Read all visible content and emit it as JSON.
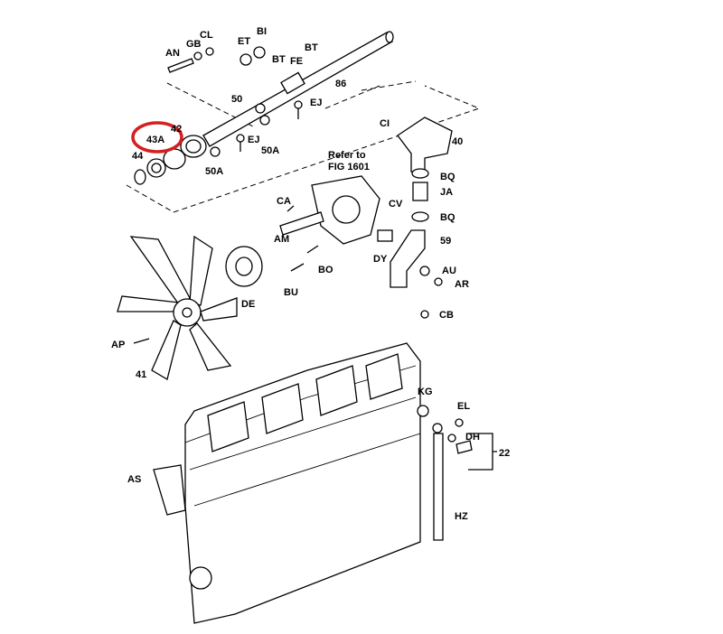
{
  "highlight_color": "#d42020",
  "highlighted_part": "43A",
  "reference_note": {
    "line1": "Refer to",
    "line2": "FIG 1601"
  },
  "labels": {
    "CL": "CL",
    "GB": "GB",
    "BI": "BI",
    "ET": "ET",
    "AN": "AN",
    "BT1": "BT",
    "FE": "FE",
    "BT2": "BT",
    "p86": "86",
    "p50": "50",
    "EJ1": "EJ",
    "p42": "42",
    "p43A": "43A",
    "p44": "44",
    "p50A1": "50A",
    "EJ2": "EJ",
    "p50A2": "50A",
    "CI": "CI",
    "p40": "40",
    "BQ1": "BQ",
    "JA": "JA",
    "BQ2": "BQ",
    "CA": "CA",
    "CV": "CV",
    "AM": "AM",
    "p59": "59",
    "DY": "DY",
    "BO": "BO",
    "AU": "AU",
    "AR": "AR",
    "BU": "BU",
    "DE": "DE",
    "CB": "CB",
    "AP": "AP",
    "p41": "41",
    "KG": "KG",
    "EL": "EL",
    "DH": "DH",
    "p22": "22",
    "AS": "AS",
    "HZ": "HZ"
  }
}
